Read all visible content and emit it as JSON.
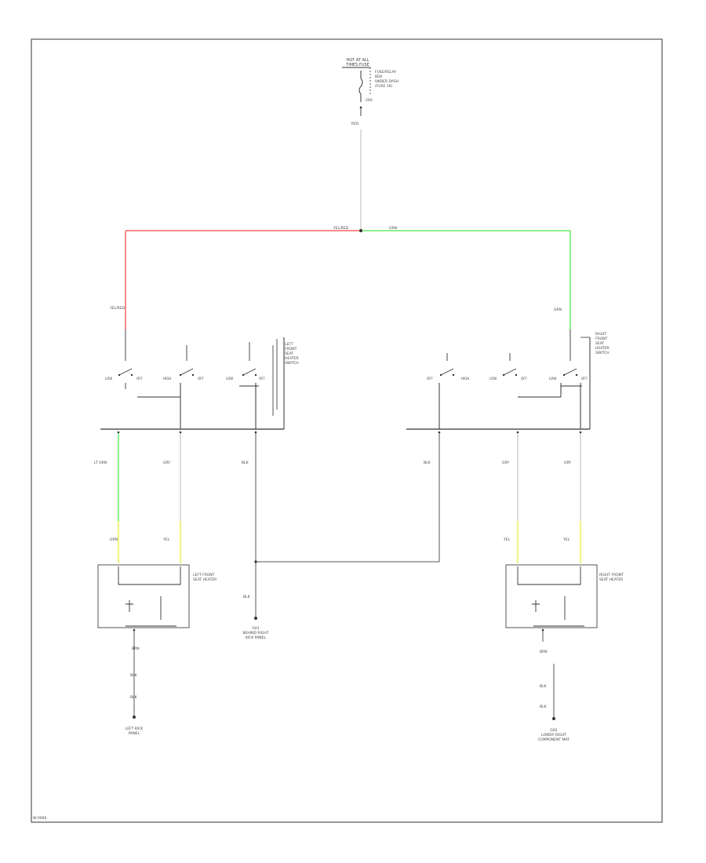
{
  "diagram": {
    "wire_colors": {
      "feed_left": "#ff8a8a",
      "feed_right": "#8cf08c",
      "seat_green": "#8cf08c",
      "seat_yellow": "#f4f494",
      "plain": "#b8b8b8",
      "frame": "#555555",
      "device": "#333333"
    },
    "top_fuse": {
      "name_lines": [
        "HOT AT ALL",
        "TIMES FUSE"
      ],
      "side_lines": [
        "FUSE/RELAY",
        "BOX",
        "UNDER DASH",
        "(FUSE 16)"
      ],
      "fuse_rating": "20A",
      "wire_label": "RED"
    },
    "splice_wire_left": "YEL/RED",
    "splice_wire_right": "GRN",
    "left_panel": {
      "feed_wire": "YEL/RED",
      "title_lines": [
        "LEFT",
        "FRONT",
        "SEAT",
        "HEATER",
        "SWITCH"
      ],
      "switch_labels": [
        "LOW",
        "OFF",
        "HIGH",
        "OFF",
        "LOW",
        "OFF"
      ],
      "out_wires": [
        "LT GRN",
        "GRY",
        "BLK"
      ],
      "heater_wires": [
        "GRN",
        "YEL"
      ],
      "heater_name": [
        "LEFT FRONT",
        "SEAT HEATER"
      ],
      "ground_wires": [
        "BRN",
        "BLK",
        "BLK"
      ],
      "ground_name": [
        "LEFT KICK",
        "PANEL"
      ]
    },
    "center_ground": {
      "wire": "BLK",
      "name_lines": [
        "G01",
        "BEHIND RIGHT",
        "KICK PANEL"
      ]
    },
    "right_panel": {
      "feed_wire": "GRN",
      "title_lines": [
        "RIGHT",
        "FRONT",
        "SEAT",
        "HEATER",
        "SWITCH"
      ],
      "switch_labels": [
        "OFF",
        "HIGH",
        "LOW",
        "OFF",
        "LOW",
        "OFF"
      ],
      "out_wires": [
        "BLK",
        "GRY",
        "GRY"
      ],
      "heater_wires": [
        "YEL",
        "YEL"
      ],
      "heater_name": [
        "RIGHT FRONT",
        "SEAT HEATER"
      ],
      "ground_wires": [
        "BRN",
        "BLK",
        "BLK"
      ],
      "ground_name": [
        "G02",
        "LOWER RIGHT",
        "COMPONENT MAT"
      ]
    },
    "footer_code": "W-0000"
  }
}
